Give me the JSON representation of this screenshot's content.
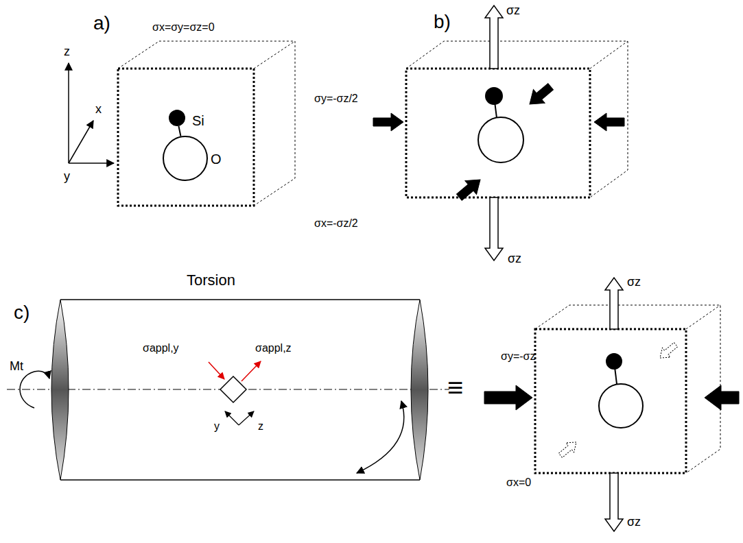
{
  "diagram": {
    "nodes": [
      {
        "text": [
          "Si"
        ]
      },
      {
        "text": [
          "O"
        ]
      }
    ],
    "edges": [
      {
        "from": 0,
        "to": 1,
        "arrow": "none"
      }
    ],
    "labels": [
      "a)",
      "σx=σy=σz=0",
      "z",
      "x",
      "y",
      "b)",
      "σz",
      "σy=-σz/2",
      "σx=-σz/2",
      "σz",
      "Torsion",
      "c)",
      "Mt",
      "σappl,y",
      "σappl,z",
      "y",
      "z",
      "≡",
      "σz",
      "σy=-σz",
      "σx=0",
      "σz"
    ]
  }
}
